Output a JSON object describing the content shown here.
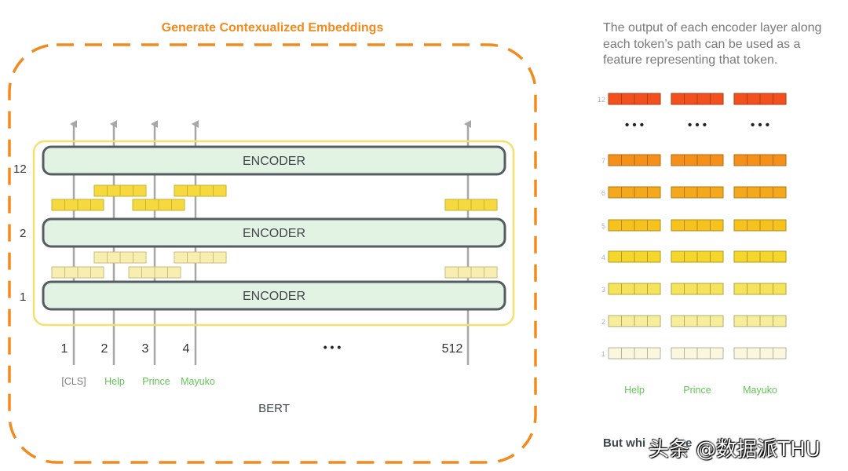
{
  "diagram": {
    "title": "Generate Contexualized Embeddings",
    "model_label": "BERT",
    "encoder_label": "ENCODER",
    "layer_labels": [
      "12",
      "2",
      "1"
    ],
    "position_labels": [
      "1",
      "2",
      "3",
      "4",
      "512"
    ],
    "ellipsis": "• • •",
    "token_labels": [
      "[CLS]",
      "Help",
      "Prince",
      "Mayuko"
    ],
    "colors": {
      "orange": "#f28a1e",
      "yellow": "#f5e06b",
      "encoder_fill": "#e3f3e3",
      "encoder_stroke": "#555d63",
      "token_green": "#62c554",
      "layer_cell_dark": "#f5d93f",
      "layer_cell_light": "#f7eeb0"
    }
  },
  "side_panel": {
    "description_lines": [
      "The output of each encoder layer along",
      "each token’s path can be used as a",
      "feature representing that token."
    ],
    "layer_rows": [
      "12",
      "7",
      "6",
      "5",
      "4",
      "3",
      "2",
      "1"
    ],
    "row_colors": [
      "#f2501e",
      "#f5901a",
      "#f5a81c",
      "#f6c21e",
      "#f5d72c",
      "#f5e35b",
      "#f7ee9c",
      "#fbf7de"
    ],
    "ellipsis": "• • •",
    "token_labels": [
      "Help",
      "Prince",
      "Mayuko"
    ],
    "bottom_text": "But whi",
    "bottom_text_tail": "e"
  },
  "watermark": "头条 @数据派THU"
}
